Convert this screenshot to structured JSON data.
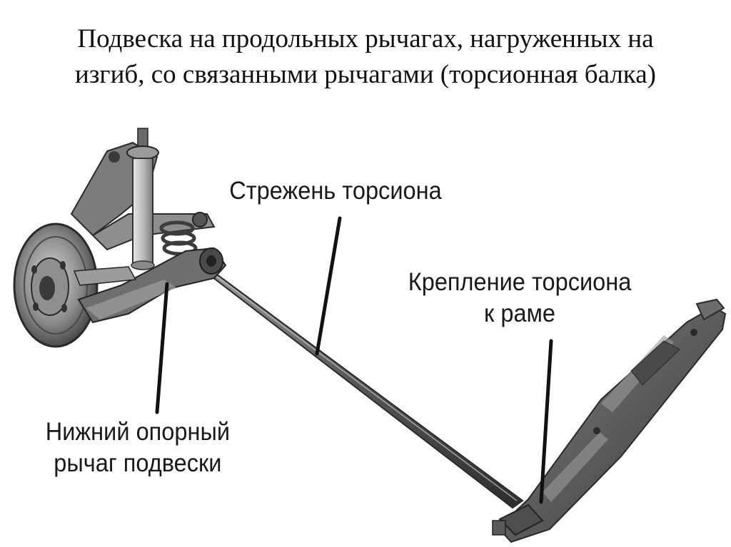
{
  "title": {
    "line1": "Подвеска на продольных рычагах, нагруженных на",
    "line2": "изгиб, со связанными рычагами (торсионная балка)"
  },
  "callouts": {
    "torsion_rod": "Стрежень торсиона",
    "mount": {
      "line1": "Крепление торсиона",
      "line2": "к раме"
    },
    "lower_arm": {
      "line1": "Нижний опорный",
      "line2": "рычаг подвески"
    }
  },
  "colors": {
    "title": "#111111",
    "label": "#1a1a1a",
    "metal_dark": "#3a3a3a",
    "metal_mid": "#6d6d6d",
    "metal_light": "#b5b5b5"
  }
}
